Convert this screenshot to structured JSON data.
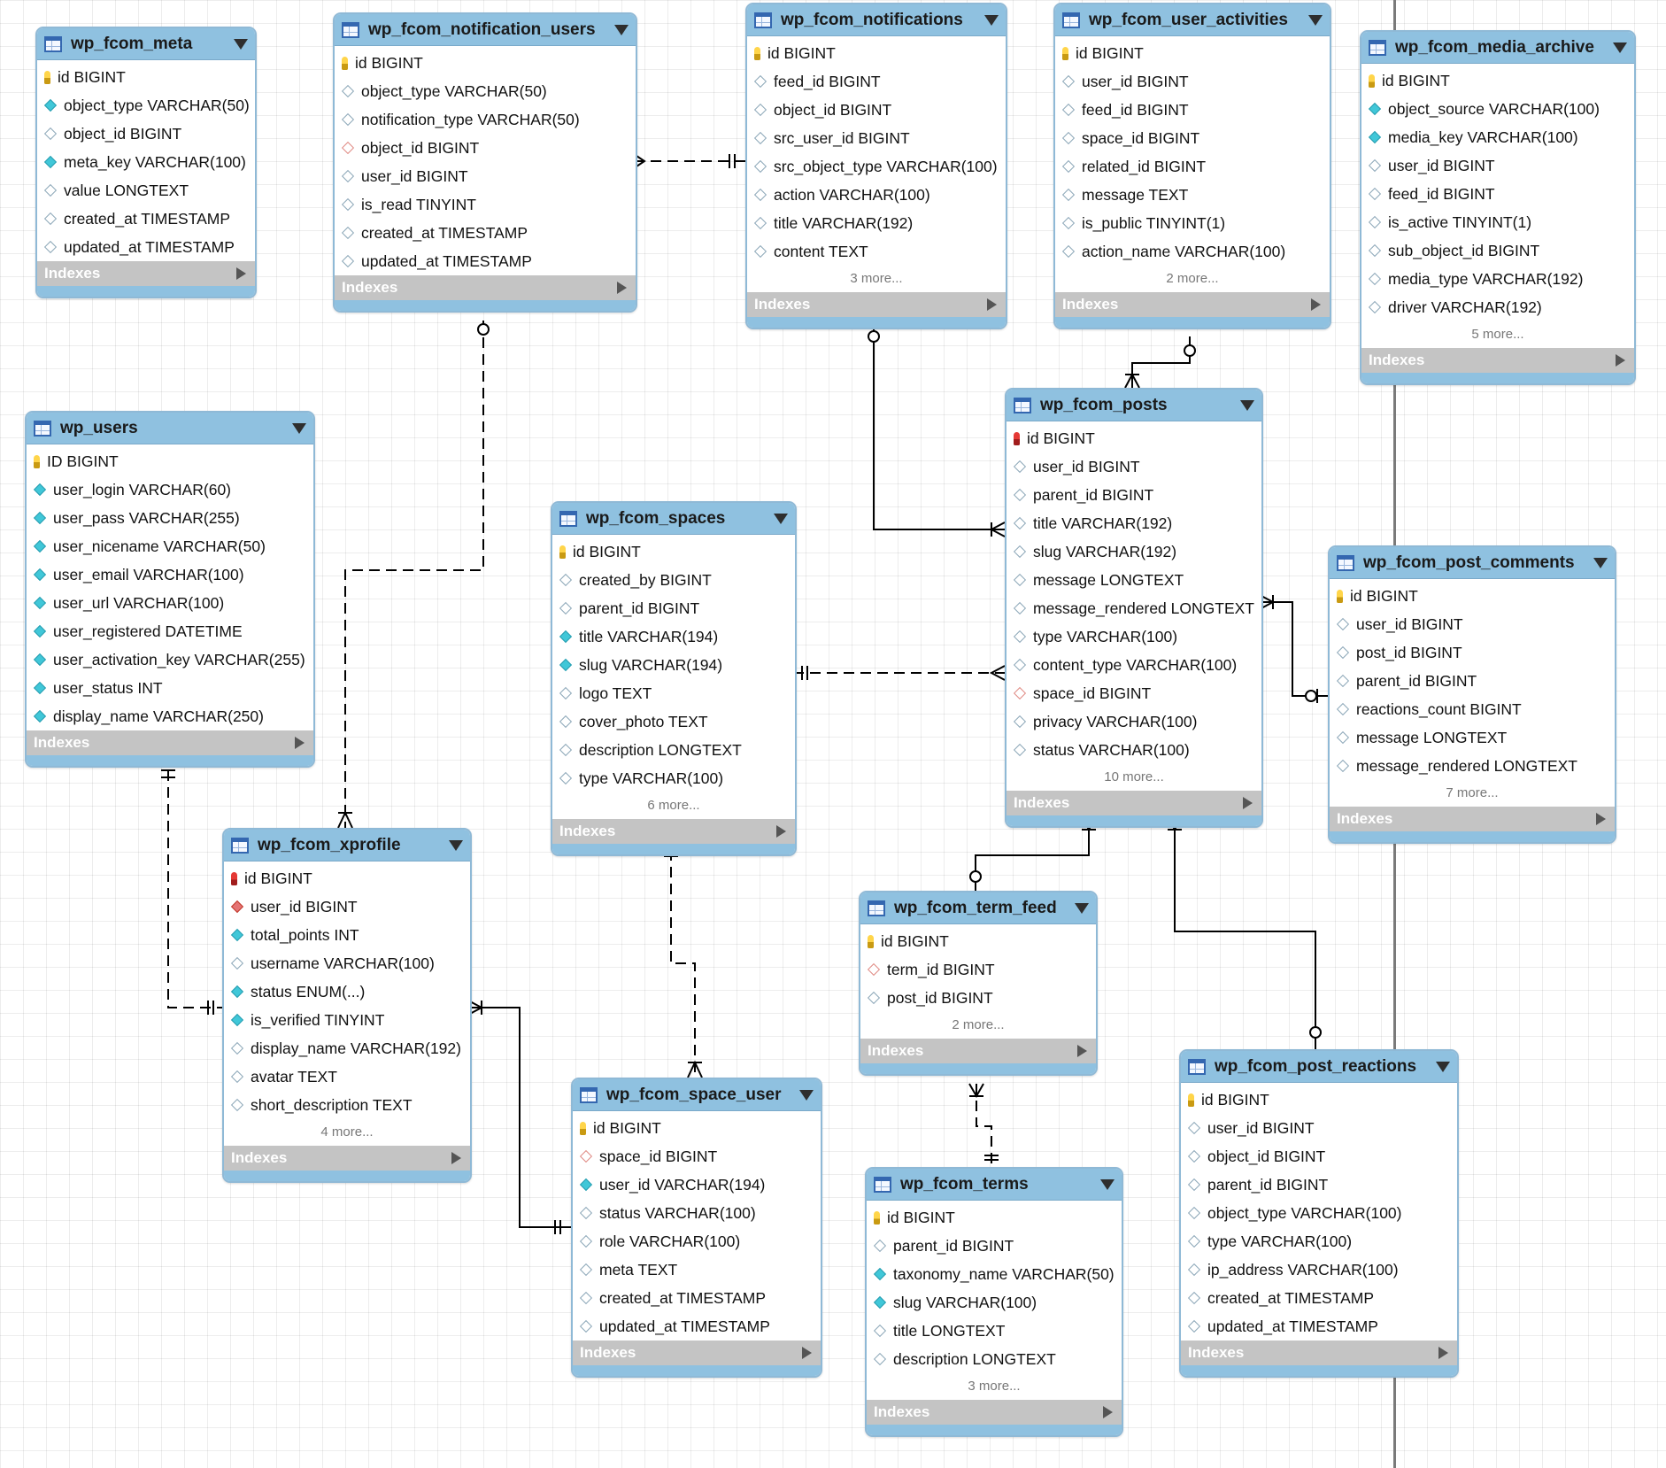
{
  "diagram": {
    "indexes_label": "Indexes",
    "tables": [
      {
        "id": "wp_fcom_meta",
        "name": "wp_fcom_meta",
        "columns": [
          {
            "text": "id BIGINT",
            "icon": "key"
          },
          {
            "text": "object_type VARCHAR(50)",
            "icon": "filled"
          },
          {
            "text": "object_id BIGINT",
            "icon": "empty"
          },
          {
            "text": "meta_key VARCHAR(100)",
            "icon": "filled"
          },
          {
            "text": "value LONGTEXT",
            "icon": "empty"
          },
          {
            "text": "created_at TIMESTAMP",
            "icon": "empty"
          },
          {
            "text": "updated_at TIMESTAMP",
            "icon": "empty"
          }
        ],
        "more": ""
      },
      {
        "id": "wp_fcom_notification_users",
        "name": "wp_fcom_notification_users",
        "columns": [
          {
            "text": "id BIGINT",
            "icon": "key"
          },
          {
            "text": "object_type VARCHAR(50)",
            "icon": "empty"
          },
          {
            "text": "notification_type VARCHAR(50)",
            "icon": "empty"
          },
          {
            "text": "object_id BIGINT",
            "icon": "redempty"
          },
          {
            "text": "user_id BIGINT",
            "icon": "empty"
          },
          {
            "text": "is_read TINYINT",
            "icon": "empty"
          },
          {
            "text": "created_at TIMESTAMP",
            "icon": "empty"
          },
          {
            "text": "updated_at TIMESTAMP",
            "icon": "empty"
          }
        ],
        "more": ""
      },
      {
        "id": "wp_fcom_notifications",
        "name": "wp_fcom_notifications",
        "columns": [
          {
            "text": "id BIGINT",
            "icon": "key"
          },
          {
            "text": "feed_id BIGINT",
            "icon": "empty"
          },
          {
            "text": "object_id BIGINT",
            "icon": "empty"
          },
          {
            "text": "src_user_id BIGINT",
            "icon": "empty"
          },
          {
            "text": "src_object_type VARCHAR(100)",
            "icon": "empty"
          },
          {
            "text": "action VARCHAR(100)",
            "icon": "empty"
          },
          {
            "text": "title VARCHAR(192)",
            "icon": "empty"
          },
          {
            "text": "content TEXT",
            "icon": "empty"
          }
        ],
        "more": "3 more..."
      },
      {
        "id": "wp_fcom_user_activities",
        "name": "wp_fcom_user_activities",
        "columns": [
          {
            "text": "id BIGINT",
            "icon": "key"
          },
          {
            "text": "user_id BIGINT",
            "icon": "empty"
          },
          {
            "text": "feed_id BIGINT",
            "icon": "empty"
          },
          {
            "text": "space_id BIGINT",
            "icon": "empty"
          },
          {
            "text": "related_id BIGINT",
            "icon": "empty"
          },
          {
            "text": "message TEXT",
            "icon": "empty"
          },
          {
            "text": "is_public TINYINT(1)",
            "icon": "empty"
          },
          {
            "text": "action_name VARCHAR(100)",
            "icon": "empty"
          }
        ],
        "more": "2 more..."
      },
      {
        "id": "wp_fcom_media_archive",
        "name": "wp_fcom_media_archive",
        "columns": [
          {
            "text": "id BIGINT",
            "icon": "key"
          },
          {
            "text": "object_source VARCHAR(100)",
            "icon": "filled"
          },
          {
            "text": "media_key VARCHAR(100)",
            "icon": "filled"
          },
          {
            "text": "user_id BIGINT",
            "icon": "empty"
          },
          {
            "text": "feed_id BIGINT",
            "icon": "empty"
          },
          {
            "text": "is_active TINYINT(1)",
            "icon": "empty"
          },
          {
            "text": "sub_object_id BIGINT",
            "icon": "empty"
          },
          {
            "text": "media_type VARCHAR(192)",
            "icon": "empty"
          },
          {
            "text": "driver VARCHAR(192)",
            "icon": "empty"
          }
        ],
        "more": "5 more..."
      },
      {
        "id": "wp_users",
        "name": "wp_users",
        "columns": [
          {
            "text": "ID BIGINT",
            "icon": "key"
          },
          {
            "text": "user_login VARCHAR(60)",
            "icon": "filled"
          },
          {
            "text": "user_pass VARCHAR(255)",
            "icon": "filled"
          },
          {
            "text": "user_nicename VARCHAR(50)",
            "icon": "filled"
          },
          {
            "text": "user_email VARCHAR(100)",
            "icon": "filled"
          },
          {
            "text": "user_url VARCHAR(100)",
            "icon": "filled"
          },
          {
            "text": "user_registered DATETIME",
            "icon": "filled"
          },
          {
            "text": "user_activation_key VARCHAR(255)",
            "icon": "filled"
          },
          {
            "text": "user_status INT",
            "icon": "filled"
          },
          {
            "text": "display_name VARCHAR(250)",
            "icon": "filled"
          }
        ],
        "more": ""
      },
      {
        "id": "wp_fcom_posts",
        "name": "wp_fcom_posts",
        "columns": [
          {
            "text": "id BIGINT",
            "icon": "keyred"
          },
          {
            "text": "user_id BIGINT",
            "icon": "empty"
          },
          {
            "text": "parent_id BIGINT",
            "icon": "empty"
          },
          {
            "text": "title VARCHAR(192)",
            "icon": "empty"
          },
          {
            "text": "slug VARCHAR(192)",
            "icon": "empty"
          },
          {
            "text": "message LONGTEXT",
            "icon": "empty"
          },
          {
            "text": "message_rendered LONGTEXT",
            "icon": "empty"
          },
          {
            "text": "type VARCHAR(100)",
            "icon": "empty"
          },
          {
            "text": "content_type VARCHAR(100)",
            "icon": "empty"
          },
          {
            "text": "space_id BIGINT",
            "icon": "redempty"
          },
          {
            "text": "privacy VARCHAR(100)",
            "icon": "empty"
          },
          {
            "text": "status VARCHAR(100)",
            "icon": "empty"
          }
        ],
        "more": "10 more..."
      },
      {
        "id": "wp_fcom_spaces",
        "name": "wp_fcom_spaces",
        "columns": [
          {
            "text": "id BIGINT",
            "icon": "key"
          },
          {
            "text": "created_by BIGINT",
            "icon": "empty"
          },
          {
            "text": "parent_id BIGINT",
            "icon": "empty"
          },
          {
            "text": "title VARCHAR(194)",
            "icon": "filled"
          },
          {
            "text": "slug VARCHAR(194)",
            "icon": "filled"
          },
          {
            "text": "logo TEXT",
            "icon": "empty"
          },
          {
            "text": "cover_photo TEXT",
            "icon": "empty"
          },
          {
            "text": "description LONGTEXT",
            "icon": "empty"
          },
          {
            "text": "type VARCHAR(100)",
            "icon": "empty"
          }
        ],
        "more": "6 more..."
      },
      {
        "id": "wp_fcom_post_comments",
        "name": "wp_fcom_post_comments",
        "columns": [
          {
            "text": "id BIGINT",
            "icon": "key"
          },
          {
            "text": "user_id BIGINT",
            "icon": "empty"
          },
          {
            "text": "post_id BIGINT",
            "icon": "empty"
          },
          {
            "text": "parent_id BIGINT",
            "icon": "empty"
          },
          {
            "text": "reactions_count BIGINT",
            "icon": "empty"
          },
          {
            "text": "message LONGTEXT",
            "icon": "empty"
          },
          {
            "text": "message_rendered LONGTEXT",
            "icon": "empty"
          }
        ],
        "more": "7 more..."
      },
      {
        "id": "wp_fcom_xprofile",
        "name": "wp_fcom_xprofile",
        "columns": [
          {
            "text": "id BIGINT",
            "icon": "keyred"
          },
          {
            "text": "user_id BIGINT",
            "icon": "redfill"
          },
          {
            "text": "total_points INT",
            "icon": "filled"
          },
          {
            "text": "username VARCHAR(100)",
            "icon": "empty"
          },
          {
            "text": "status ENUM(...)",
            "icon": "filled"
          },
          {
            "text": "is_verified TINYINT",
            "icon": "filled"
          },
          {
            "text": "display_name VARCHAR(192)",
            "icon": "empty"
          },
          {
            "text": "avatar TEXT",
            "icon": "empty"
          },
          {
            "text": "short_description TEXT",
            "icon": "empty"
          }
        ],
        "more": "4 more..."
      },
      {
        "id": "wp_fcom_term_feed",
        "name": "wp_fcom_term_feed",
        "columns": [
          {
            "text": "id BIGINT",
            "icon": "key"
          },
          {
            "text": "term_id BIGINT",
            "icon": "redempty"
          },
          {
            "text": "post_id BIGINT",
            "icon": "empty"
          }
        ],
        "more": "2 more..."
      },
      {
        "id": "wp_fcom_space_user",
        "name": "wp_fcom_space_user",
        "columns": [
          {
            "text": "id BIGINT",
            "icon": "key"
          },
          {
            "text": "space_id BIGINT",
            "icon": "redempty"
          },
          {
            "text": "user_id VARCHAR(194)",
            "icon": "filled"
          },
          {
            "text": "status VARCHAR(100)",
            "icon": "empty"
          },
          {
            "text": "role VARCHAR(100)",
            "icon": "empty"
          },
          {
            "text": "meta TEXT",
            "icon": "empty"
          },
          {
            "text": "created_at TIMESTAMP",
            "icon": "empty"
          },
          {
            "text": "updated_at TIMESTAMP",
            "icon": "empty"
          }
        ],
        "more": ""
      },
      {
        "id": "wp_fcom_terms",
        "name": "wp_fcom_terms",
        "columns": [
          {
            "text": "id BIGINT",
            "icon": "key"
          },
          {
            "text": "parent_id BIGINT",
            "icon": "empty"
          },
          {
            "text": "taxonomy_name VARCHAR(50)",
            "icon": "filled"
          },
          {
            "text": "slug VARCHAR(100)",
            "icon": "filled"
          },
          {
            "text": "title LONGTEXT",
            "icon": "empty"
          },
          {
            "text": "description LONGTEXT",
            "icon": "empty"
          }
        ],
        "more": "3 more..."
      },
      {
        "id": "wp_fcom_post_reactions",
        "name": "wp_fcom_post_reactions",
        "columns": [
          {
            "text": "id BIGINT",
            "icon": "key"
          },
          {
            "text": "user_id BIGINT",
            "icon": "empty"
          },
          {
            "text": "object_id BIGINT",
            "icon": "empty"
          },
          {
            "text": "parent_id BIGINT",
            "icon": "empty"
          },
          {
            "text": "object_type VARCHAR(100)",
            "icon": "empty"
          },
          {
            "text": "type VARCHAR(100)",
            "icon": "empty"
          },
          {
            "text": "ip_address VARCHAR(100)",
            "icon": "empty"
          },
          {
            "text": "created_at TIMESTAMP",
            "icon": "empty"
          },
          {
            "text": "updated_at TIMESTAMP",
            "icon": "empty"
          }
        ],
        "more": ""
      }
    ]
  }
}
